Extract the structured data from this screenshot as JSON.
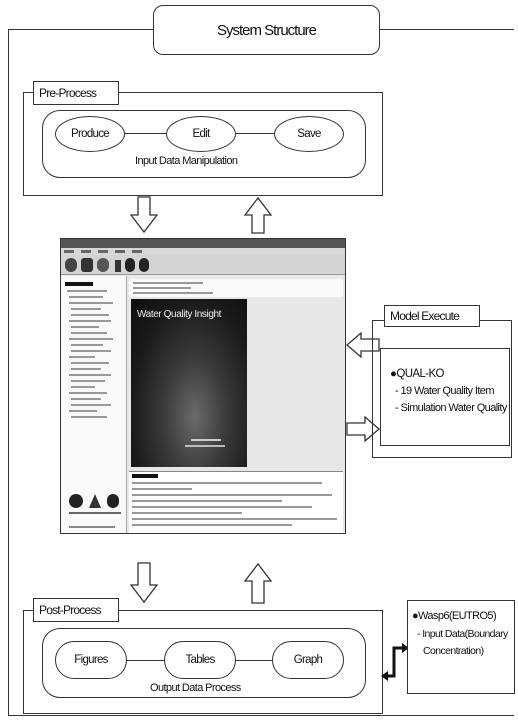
{
  "title": "System Structure",
  "pre_process": {
    "tag": "Pre-Process",
    "nodes": [
      "Produce",
      "Edit",
      "Save"
    ],
    "caption": "Input Data Manipulation"
  },
  "screenshot": {
    "image_title": "Water Quality Insight"
  },
  "model_execute": {
    "tag": "Model Execute",
    "heading": "●QUAL-KO",
    "items": [
      "- 19 Water Quality Item",
      "- Simulation Water Quality"
    ]
  },
  "post_process": {
    "tag": "Post-Process",
    "nodes": [
      "Figures",
      "Tables",
      "Graph"
    ],
    "caption": "Output Data Process"
  },
  "wasp": {
    "heading": "●Wasp6(EUTRO5)",
    "line1": "- Input Data(Boundary",
    "line2": "Concentration)"
  }
}
